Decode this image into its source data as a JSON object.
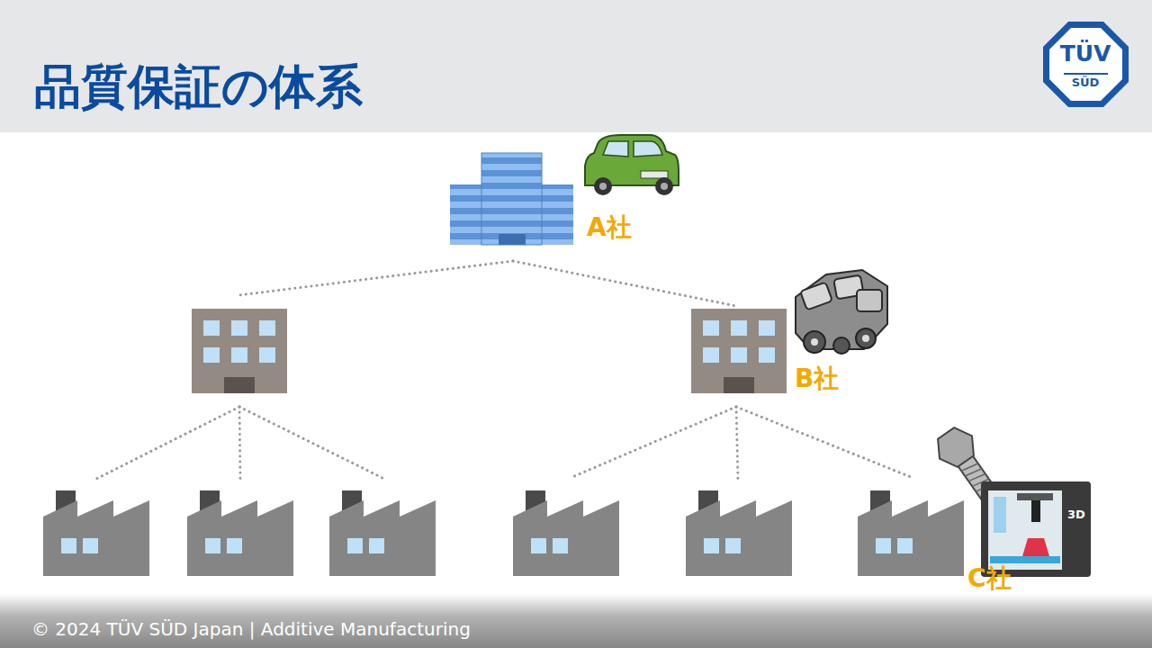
{
  "diagram": {
    "title": "品質保証の体系",
    "nodes": [
      {
        "text": [
          "A社"
        ]
      },
      {
        "text": [
          "B社"
        ]
      },
      {
        "text": [
          "C社"
        ]
      }
    ],
    "edges": [
      {
        "from": 0,
        "to": 1,
        "arrow": "none"
      },
      {
        "from": 1,
        "to": 2,
        "arrow": "none"
      }
    ],
    "labels": [
      "TÜV",
      "SÜD",
      "3D",
      "© 2024 TÜV SÜD Japan | Additive Manufacturing"
    ]
  }
}
